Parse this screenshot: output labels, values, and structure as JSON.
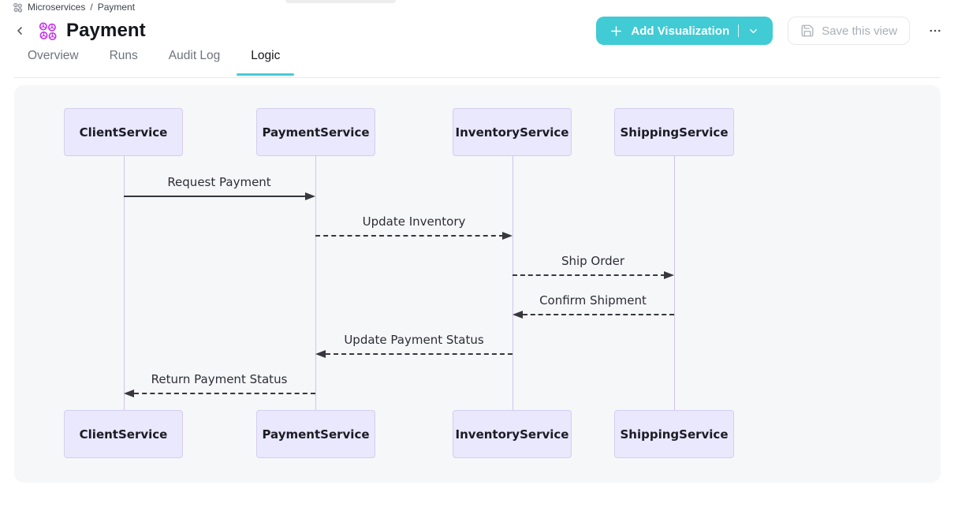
{
  "header": {
    "breadcrumb": {
      "root": "Microservices",
      "separator": "/",
      "current": "Payment"
    },
    "title": "Payment",
    "actions": {
      "add_visualization_label": "Add Visualization",
      "save_view_label": "Save this view"
    }
  },
  "tabs": [
    {
      "label": "Overview",
      "active": false
    },
    {
      "label": "Runs",
      "active": false
    },
    {
      "label": "Audit Log",
      "active": false
    },
    {
      "label": "Logic",
      "active": true
    }
  ],
  "icons": {
    "breadcrumb": "microservices-cluster-icon",
    "title": "microservices-cluster-icon",
    "back": "chevron-left-icon",
    "add": "plus-icon",
    "dropdown": "chevron-down-icon",
    "save": "floppy-disk-icon",
    "more": "ellipsis-icon"
  },
  "colors": {
    "accent_teal": "#40CBD5",
    "title_icon_purple": "#C438EE",
    "diagram_background": "#F6F7F9",
    "actor_fill": "#E9E8FC",
    "actor_border": "#D6CDF1",
    "lifeline": "#CFC4EA",
    "arrow": "#38363E"
  },
  "diagram": {
    "type": "sequence",
    "participants": [
      "ClientService",
      "PaymentService",
      "InventoryService",
      "ShippingService"
    ],
    "messages": [
      {
        "from": "ClientService",
        "to": "PaymentService",
        "label": "Request Payment",
        "style": "solid",
        "direction": "right"
      },
      {
        "from": "PaymentService",
        "to": "InventoryService",
        "label": "Update Inventory",
        "style": "dashed",
        "direction": "right"
      },
      {
        "from": "InventoryService",
        "to": "ShippingService",
        "label": "Ship Order",
        "style": "dashed",
        "direction": "right"
      },
      {
        "from": "ShippingService",
        "to": "InventoryService",
        "label": "Confirm Shipment",
        "style": "dashed",
        "direction": "left"
      },
      {
        "from": "InventoryService",
        "to": "PaymentService",
        "label": "Update Payment Status",
        "style": "dashed",
        "direction": "left"
      },
      {
        "from": "PaymentService",
        "to": "ClientService",
        "label": "Return Payment Status",
        "style": "dashed",
        "direction": "left"
      }
    ]
  }
}
